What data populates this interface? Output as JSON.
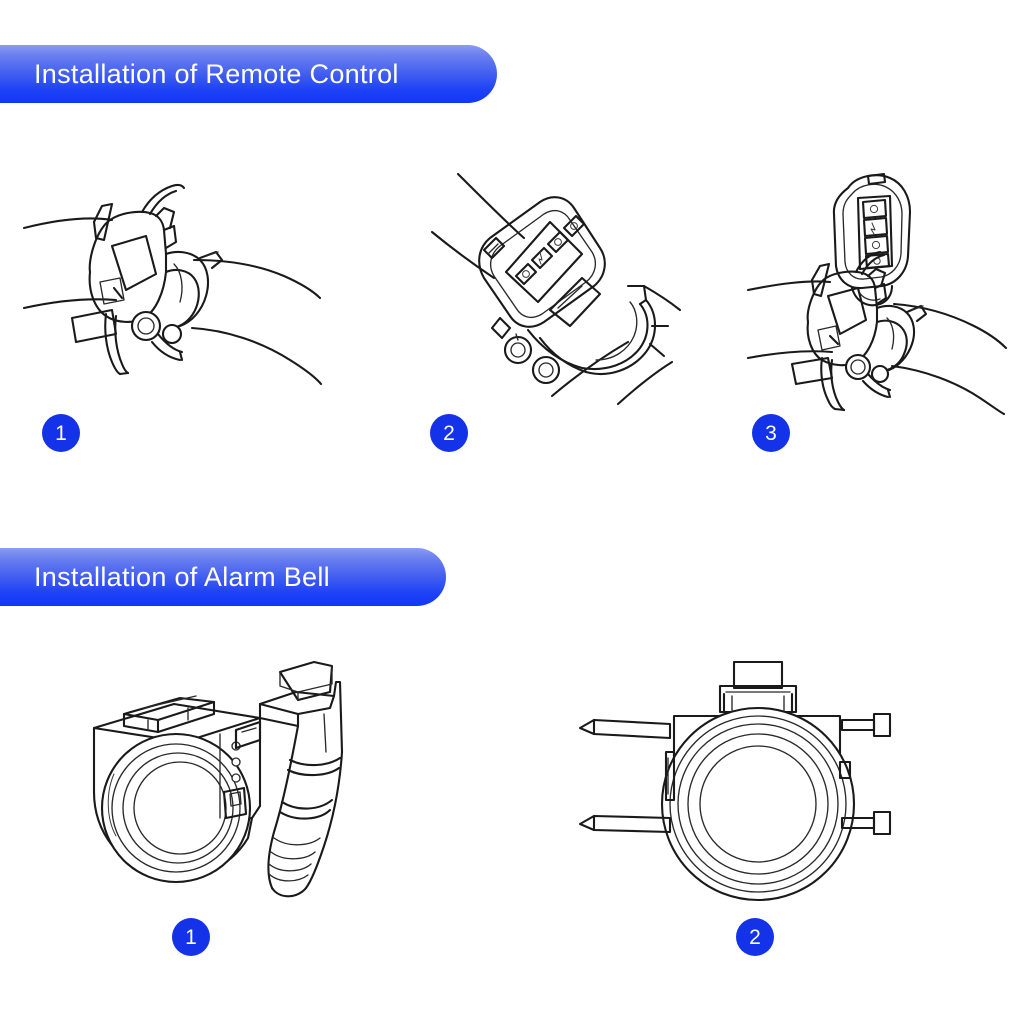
{
  "document": {
    "type": "installation-instruction-sheet",
    "background_color": "#ffffff",
    "line_art_color": "#1a1a1a"
  },
  "theme": {
    "banner_gradient_top": "#8a9cf2",
    "banner_gradient_bottom": "#1137fb",
    "badge_color": "#1433e8",
    "badge_text_color": "#ffffff",
    "banner_text_color": "#ffffff"
  },
  "sections": [
    {
      "id": "remote-control",
      "banner_label": "Installation of  Remote Control",
      "steps": [
        {
          "number": "1",
          "illustration": "handlebar-bracket-mounted-with-strap",
          "description": "Bracket with strap clamped onto the handlebar next to the brake lever"
        },
        {
          "number": "2",
          "illustration": "remote-seated-in-bracket-on-handlebar",
          "description": "Remote control with four buttons slid into the bracket on the handlebar"
        },
        {
          "number": "3",
          "illustration": "remote-detached-above-bracket",
          "description": "Remote control lifted off the mounted bracket"
        }
      ]
    },
    {
      "id": "alarm-bell",
      "banner_label": "Installation of  Alarm Bell",
      "steps": [
        {
          "number": "1",
          "illustration": "alarm-bell-body-with-rubber-shim",
          "description": "Alarm bell siren body shown beside the ribbed rubber shim adapter"
        },
        {
          "number": "2",
          "illustration": "alarm-bell-front-view-with-zip-ties",
          "description": "Front view of the alarm bell with two zip ties threaded through the mount"
        }
      ]
    }
  ],
  "remote_control": {
    "button_count": 4,
    "button_icons": [
      "lock-icon",
      "unlock-icon",
      "bell-icon",
      "power-icon"
    ]
  }
}
